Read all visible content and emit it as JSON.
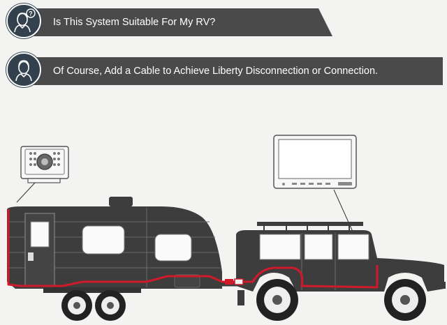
{
  "faq": [
    {
      "question": "Is This System Suitable For My RV?",
      "icon": "question-person-icon"
    },
    {
      "answer": "Of Course, Add a Cable to Achieve Liberty Disconnection or Connection.",
      "icon": "person-icon"
    }
  ],
  "colors": {
    "background": "#f3f3f1",
    "banner": "#4a4a4a",
    "avatar": "#33404e",
    "vehicle": "#3d3d3d",
    "cable": "#d0192a"
  },
  "illustration": {
    "items": [
      "backup-camera",
      "monitor",
      "camper-trailer",
      "suv",
      "cable"
    ]
  }
}
